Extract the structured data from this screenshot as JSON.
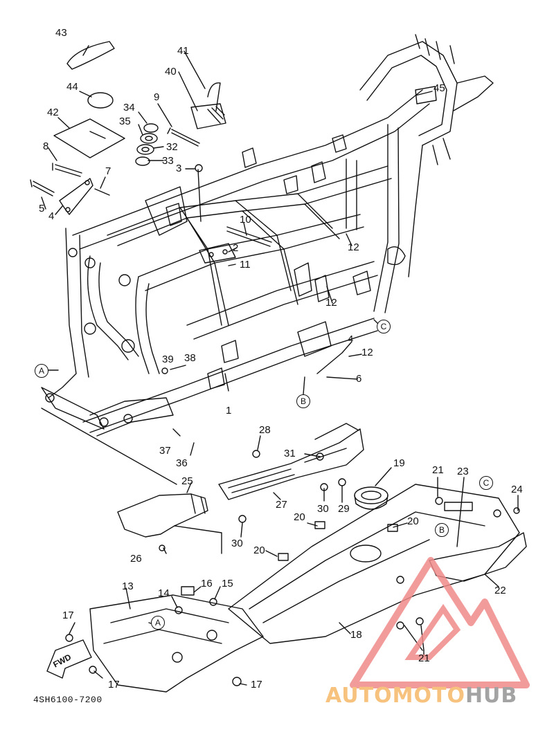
{
  "diagram": {
    "part_code": "4SH6100-7200",
    "fwd_label": "FWD",
    "callouts": [
      {
        "id": "c43",
        "text": "43"
      },
      {
        "id": "c44",
        "text": "44"
      },
      {
        "id": "c42",
        "text": "42"
      },
      {
        "id": "c8",
        "text": "8"
      },
      {
        "id": "c34",
        "text": "34"
      },
      {
        "id": "c35",
        "text": "35"
      },
      {
        "id": "c9",
        "text": "9"
      },
      {
        "id": "c32",
        "text": "32"
      },
      {
        "id": "c33",
        "text": "33"
      },
      {
        "id": "c41",
        "text": "41"
      },
      {
        "id": "c40",
        "text": "40"
      },
      {
        "id": "c3",
        "text": "3"
      },
      {
        "id": "c7",
        "text": "7"
      },
      {
        "id": "c5",
        "text": "5"
      },
      {
        "id": "c4a",
        "text": "4"
      },
      {
        "id": "c45",
        "text": "45"
      },
      {
        "id": "c10",
        "text": "10"
      },
      {
        "id": "c2",
        "text": "2"
      },
      {
        "id": "c11",
        "text": "11"
      },
      {
        "id": "c12a",
        "text": "12"
      },
      {
        "id": "c12b",
        "text": "12"
      },
      {
        "id": "c4b",
        "text": "4"
      },
      {
        "id": "c12c",
        "text": "12"
      },
      {
        "id": "c6",
        "text": "6"
      },
      {
        "id": "c39",
        "text": "39"
      },
      {
        "id": "c38",
        "text": "38"
      },
      {
        "id": "c1",
        "text": "1"
      },
      {
        "id": "c37",
        "text": "37"
      },
      {
        "id": "c36",
        "text": "36"
      },
      {
        "id": "c28",
        "text": "28"
      },
      {
        "id": "c31",
        "text": "31"
      },
      {
        "id": "c19",
        "text": "19"
      },
      {
        "id": "c21a",
        "text": "21"
      },
      {
        "id": "c23",
        "text": "23"
      },
      {
        "id": "c24",
        "text": "24"
      },
      {
        "id": "c25",
        "text": "25"
      },
      {
        "id": "c27",
        "text": "27"
      },
      {
        "id": "c30a",
        "text": "30"
      },
      {
        "id": "c29",
        "text": "29"
      },
      {
        "id": "c20a",
        "text": "20"
      },
      {
        "id": "c20b",
        "text": "20"
      },
      {
        "id": "c30b",
        "text": "30"
      },
      {
        "id": "c20c",
        "text": "20"
      },
      {
        "id": "c26",
        "text": "26"
      },
      {
        "id": "c22",
        "text": "22"
      },
      {
        "id": "c13",
        "text": "13"
      },
      {
        "id": "c14",
        "text": "14"
      },
      {
        "id": "c16",
        "text": "16"
      },
      {
        "id": "c15",
        "text": "15"
      },
      {
        "id": "c17a",
        "text": "17"
      },
      {
        "id": "c18",
        "text": "18"
      },
      {
        "id": "c21b",
        "text": "21"
      },
      {
        "id": "c17b",
        "text": "17"
      },
      {
        "id": "c17c",
        "text": "17"
      }
    ],
    "markers": [
      {
        "id": "mA1",
        "text": "A"
      },
      {
        "id": "mB1",
        "text": "B"
      },
      {
        "id": "mC1",
        "text": "C"
      },
      {
        "id": "mC2",
        "text": "C"
      },
      {
        "id": "mB2",
        "text": "B"
      },
      {
        "id": "mA2",
        "text": "A"
      }
    ]
  },
  "watermark": {
    "part1": "AUTOMOTO",
    "part2": "HUB",
    "logo_color": "#f08a8a",
    "text_color_1": "#f7c27e",
    "text_color_2": "#a3a3a3"
  }
}
